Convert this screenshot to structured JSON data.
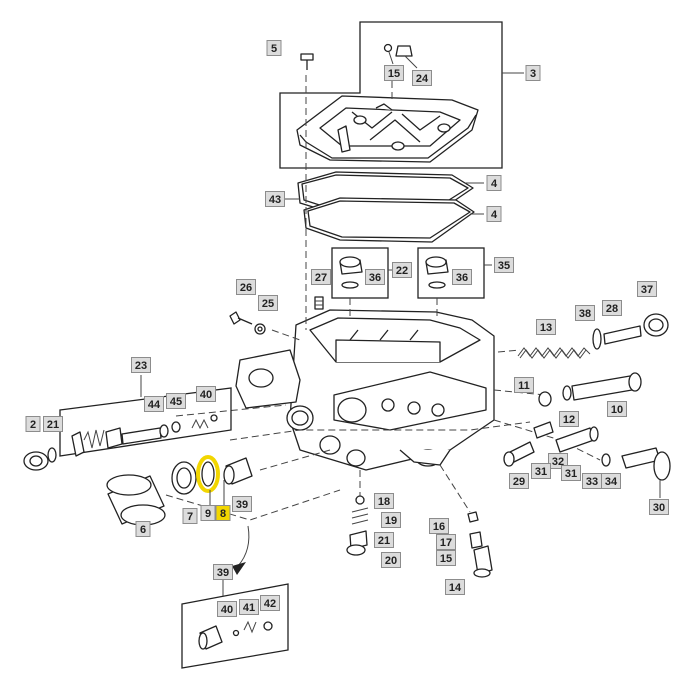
{
  "colors": {
    "callout_fill": "#dcdcdc",
    "callout_border": "#8c8c8c",
    "highlight": "#f2d600",
    "line": "#222222"
  },
  "callouts": [
    {
      "id": "c5",
      "text": "5"
    },
    {
      "id": "c15a",
      "text": "15"
    },
    {
      "id": "c24",
      "text": "24"
    },
    {
      "id": "c3",
      "text": "3"
    },
    {
      "id": "c4a",
      "text": "4"
    },
    {
      "id": "c43",
      "text": "43"
    },
    {
      "id": "c4b",
      "text": "4"
    },
    {
      "id": "c27",
      "text": "27"
    },
    {
      "id": "c36a",
      "text": "36"
    },
    {
      "id": "c22",
      "text": "22"
    },
    {
      "id": "c36b",
      "text": "36"
    },
    {
      "id": "c35",
      "text": "35"
    },
    {
      "id": "c26",
      "text": "26"
    },
    {
      "id": "c25",
      "text": "25"
    },
    {
      "id": "c37",
      "text": "37"
    },
    {
      "id": "c38",
      "text": "38"
    },
    {
      "id": "c28",
      "text": "28"
    },
    {
      "id": "c13",
      "text": "13"
    },
    {
      "id": "c23",
      "text": "23"
    },
    {
      "id": "c40a",
      "text": "40"
    },
    {
      "id": "c44",
      "text": "44"
    },
    {
      "id": "c45",
      "text": "45"
    },
    {
      "id": "c11",
      "text": "11"
    },
    {
      "id": "c12",
      "text": "12"
    },
    {
      "id": "c10",
      "text": "10"
    },
    {
      "id": "c2",
      "text": "2"
    },
    {
      "id": "c21a",
      "text": "21"
    },
    {
      "id": "c32",
      "text": "32"
    },
    {
      "id": "c31a",
      "text": "31"
    },
    {
      "id": "c31b",
      "text": "31"
    },
    {
      "id": "c29",
      "text": "29"
    },
    {
      "id": "c33",
      "text": "33"
    },
    {
      "id": "c34",
      "text": "34"
    },
    {
      "id": "c30",
      "text": "30"
    },
    {
      "id": "c7",
      "text": "7"
    },
    {
      "id": "c9",
      "text": "9"
    },
    {
      "id": "c8",
      "text": "8",
      "highlight": true
    },
    {
      "id": "c39a",
      "text": "39"
    },
    {
      "id": "c6",
      "text": "6"
    },
    {
      "id": "c18",
      "text": "18"
    },
    {
      "id": "c19",
      "text": "19"
    },
    {
      "id": "c21b",
      "text": "21"
    },
    {
      "id": "c20",
      "text": "20"
    },
    {
      "id": "c16",
      "text": "16"
    },
    {
      "id": "c17",
      "text": "17"
    },
    {
      "id": "c15b",
      "text": "15"
    },
    {
      "id": "c14",
      "text": "14"
    },
    {
      "id": "c39b",
      "text": "39"
    },
    {
      "id": "c40b",
      "text": "40"
    },
    {
      "id": "c41",
      "text": "41"
    },
    {
      "id": "c42",
      "text": "42"
    }
  ]
}
